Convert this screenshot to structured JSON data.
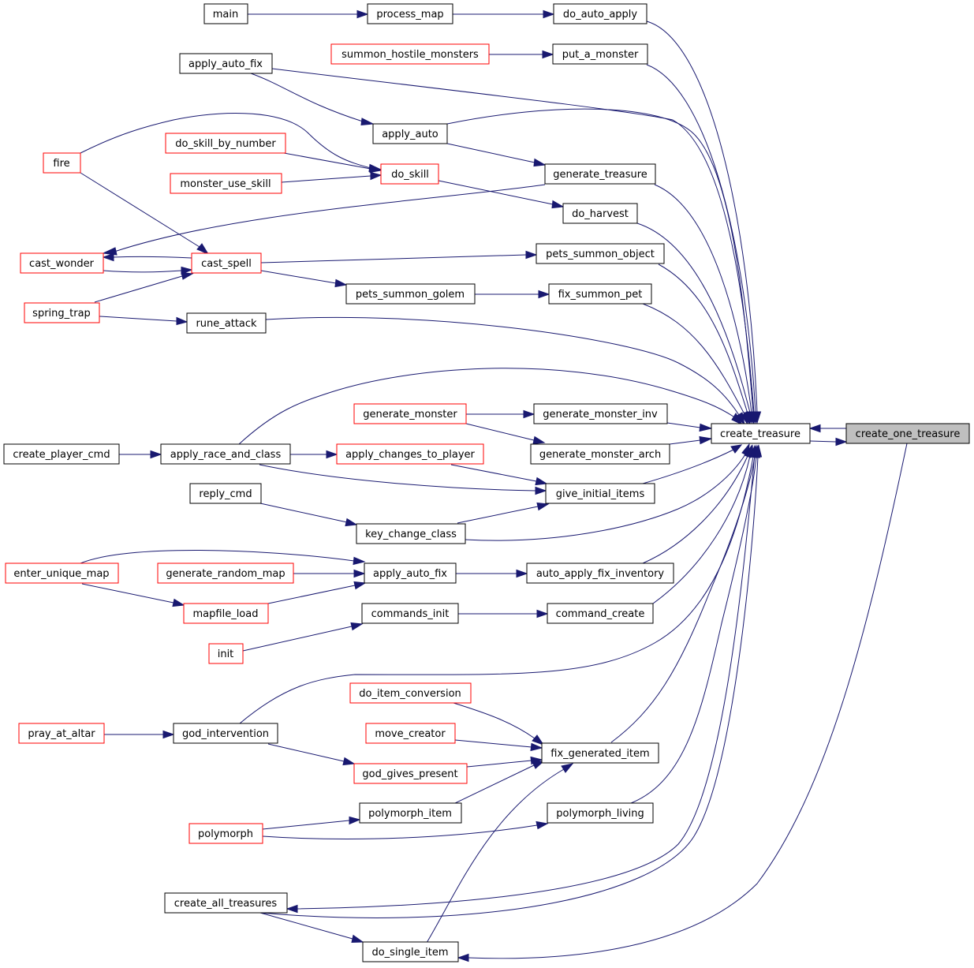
{
  "colors": {
    "edge": "#191970",
    "node_border_default": "#000000",
    "node_border_truncated": "#ff0000",
    "node_fill": "#ffffff",
    "node_fill_focus": "#bfbfbf"
  },
  "nodes": {
    "create_one_treasure": "create_one_treasure",
    "create_treasure": "create_treasure",
    "do_auto_apply": "do_auto_apply",
    "process_map": "process_map",
    "main": "main",
    "put_a_monster": "put_a_monster",
    "summon_hostile_monsters": "summon_hostile_monsters",
    "apply_auto_fix_top": "apply_auto_fix",
    "apply_auto": "apply_auto",
    "do_skill_by_number": "do_skill_by_number",
    "fire": "fire",
    "do_skill": "do_skill",
    "monster_use_skill": "monster_use_skill",
    "generate_treasure": "generate_treasure",
    "do_harvest": "do_harvest",
    "cast_wonder": "cast_wonder",
    "cast_spell": "cast_spell",
    "pets_summon_object": "pets_summon_object",
    "spring_trap": "spring_trap",
    "pets_summon_golem": "pets_summon_golem",
    "fix_summon_pet": "fix_summon_pet",
    "rune_attack": "rune_attack",
    "generate_monster": "generate_monster",
    "generate_monster_inv": "generate_monster_inv",
    "create_player_cmd": "create_player_cmd",
    "apply_race_and_class": "apply_race_and_class",
    "apply_changes_to_player": "apply_changes_to_player",
    "generate_monster_arch": "generate_monster_arch",
    "reply_cmd": "reply_cmd",
    "give_initial_items": "give_initial_items",
    "key_change_class": "key_change_class",
    "enter_unique_map": "enter_unique_map",
    "generate_random_map": "generate_random_map",
    "apply_auto_fix_mid": "apply_auto_fix",
    "auto_apply_fix_inventory": "auto_apply_fix_inventory",
    "mapfile_load": "mapfile_load",
    "commands_init": "commands_init",
    "command_create": "command_create",
    "init": "init",
    "do_item_conversion": "do_item_conversion",
    "pray_at_altar": "pray_at_altar",
    "god_intervention": "god_intervention",
    "move_creator": "move_creator",
    "fix_generated_item": "fix_generated_item",
    "god_gives_present": "god_gives_present",
    "polymorph_item": "polymorph_item",
    "polymorph_living": "polymorph_living",
    "polymorph": "polymorph",
    "create_all_treasures": "create_all_treasures",
    "do_single_item": "do_single_item"
  }
}
